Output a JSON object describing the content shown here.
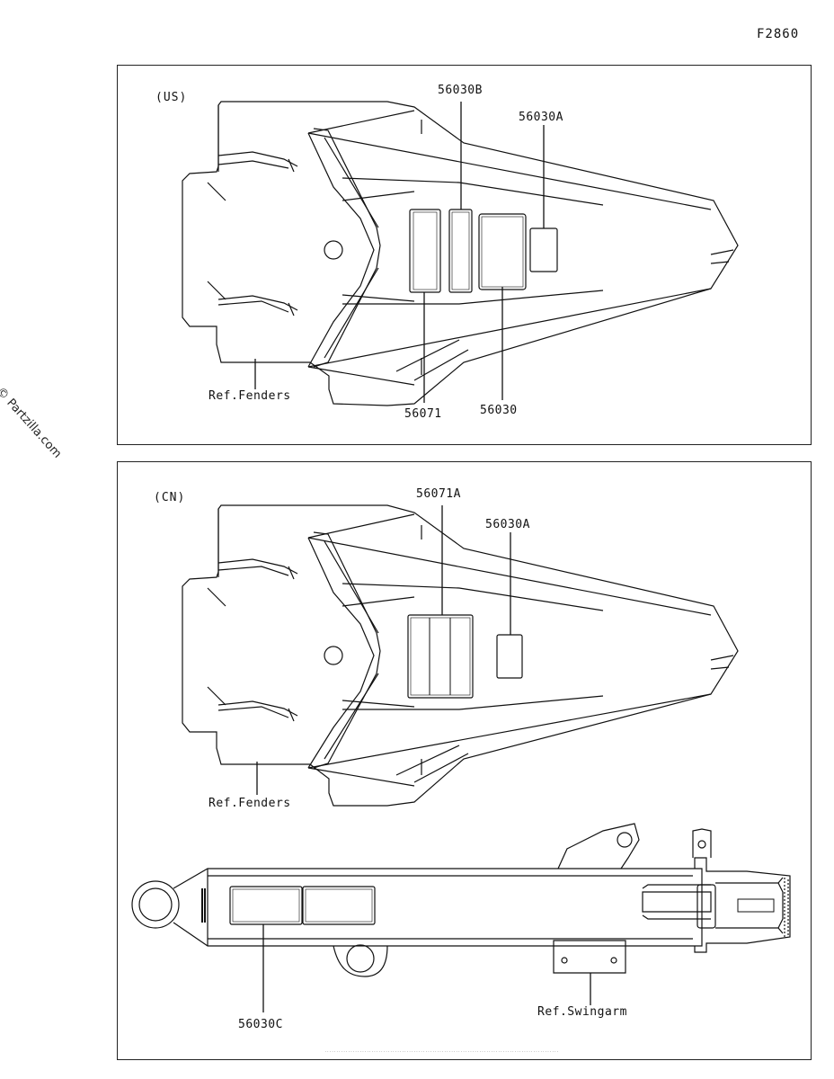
{
  "figure_id": "F2860",
  "watermark": "© Partzilla.com",
  "panels": [
    {
      "region_label": "(US)",
      "callouts": [
        {
          "part": "56030B"
        },
        {
          "part": "56030A"
        },
        {
          "part": "56071"
        },
        {
          "part": "56030"
        }
      ],
      "reference": "Ref.Fenders"
    },
    {
      "region_label": "(CN)",
      "callouts": [
        {
          "part": "56071A"
        },
        {
          "part": "56030A"
        },
        {
          "part": "56030C"
        }
      ],
      "references": [
        "Ref.Fenders",
        "Ref.Swingarm"
      ]
    }
  ],
  "fineprint": "...................................................................................................."
}
